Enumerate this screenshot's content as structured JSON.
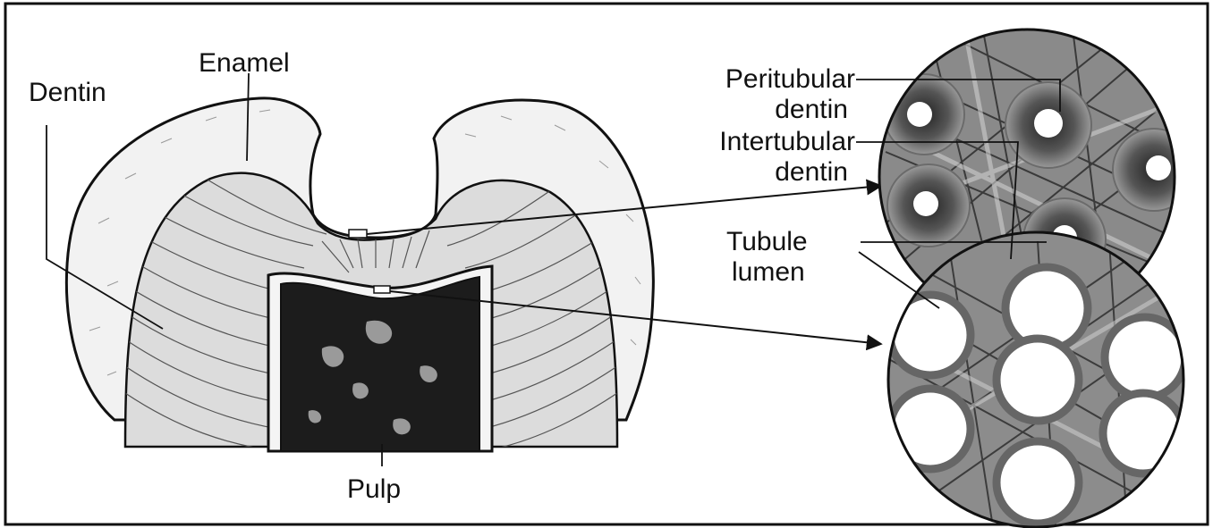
{
  "labels": {
    "enamel": "Enamel",
    "dentin": "Dentin",
    "pulp": "Pulp",
    "peritubular_line1": "Peritubular",
    "peritubular_line2": "dentin",
    "intertubular_line1": "Intertubular",
    "intertubular_line2": "dentin",
    "tubule_line1": "Tubule",
    "tubule_line2": "lumen"
  }
}
